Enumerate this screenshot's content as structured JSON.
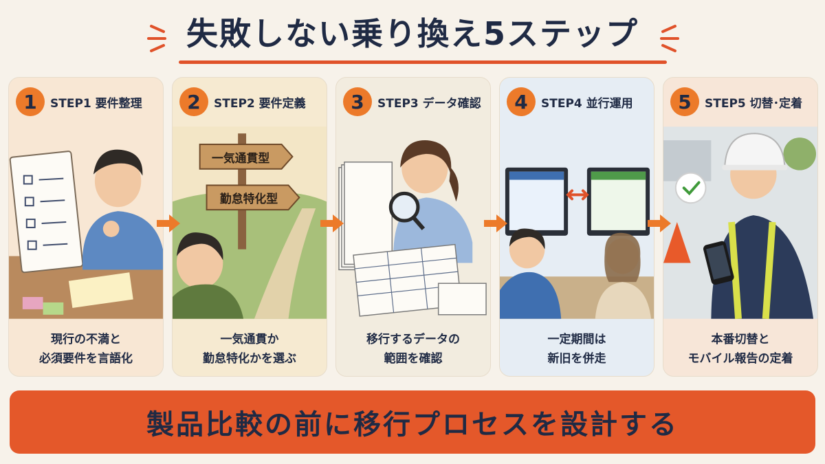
{
  "title": "失敗しない乗り換え5ステップ",
  "colors": {
    "accent": "#e0522a",
    "badge": "#ec7a2a",
    "banner": "#e4582a",
    "text": "#1f2a44"
  },
  "steps": [
    {
      "number": "1",
      "label": "STEP1 要件整理",
      "desc_line1": "現行の不満と",
      "desc_line2": "必須要件を言語化",
      "icon": "checklist-person-icon"
    },
    {
      "number": "2",
      "label": "STEP2 要件定義",
      "desc_line1": "一気通貫か",
      "desc_line2": "勤怠特化かを選ぶ",
      "icon": "signpost-icon",
      "sign_top": "一気通貫型",
      "sign_bottom": "勤怠特化型"
    },
    {
      "number": "3",
      "label": "STEP3 データ確認",
      "desc_line1": "移行するデータの",
      "desc_line2": "範囲を確認",
      "icon": "magnifier-documents-icon"
    },
    {
      "number": "4",
      "label": "STEP4 並行運用",
      "desc_line1": "一定期間は",
      "desc_line2": "新旧を併走",
      "icon": "dual-monitor-icon"
    },
    {
      "number": "5",
      "label": "STEP5 切替･定着",
      "desc_line1": "本番切替と",
      "desc_line2": "モバイル報告の定着",
      "icon": "worker-smartphone-icon"
    }
  ],
  "banner": "製品比較の前に移行プロセスを設計する"
}
